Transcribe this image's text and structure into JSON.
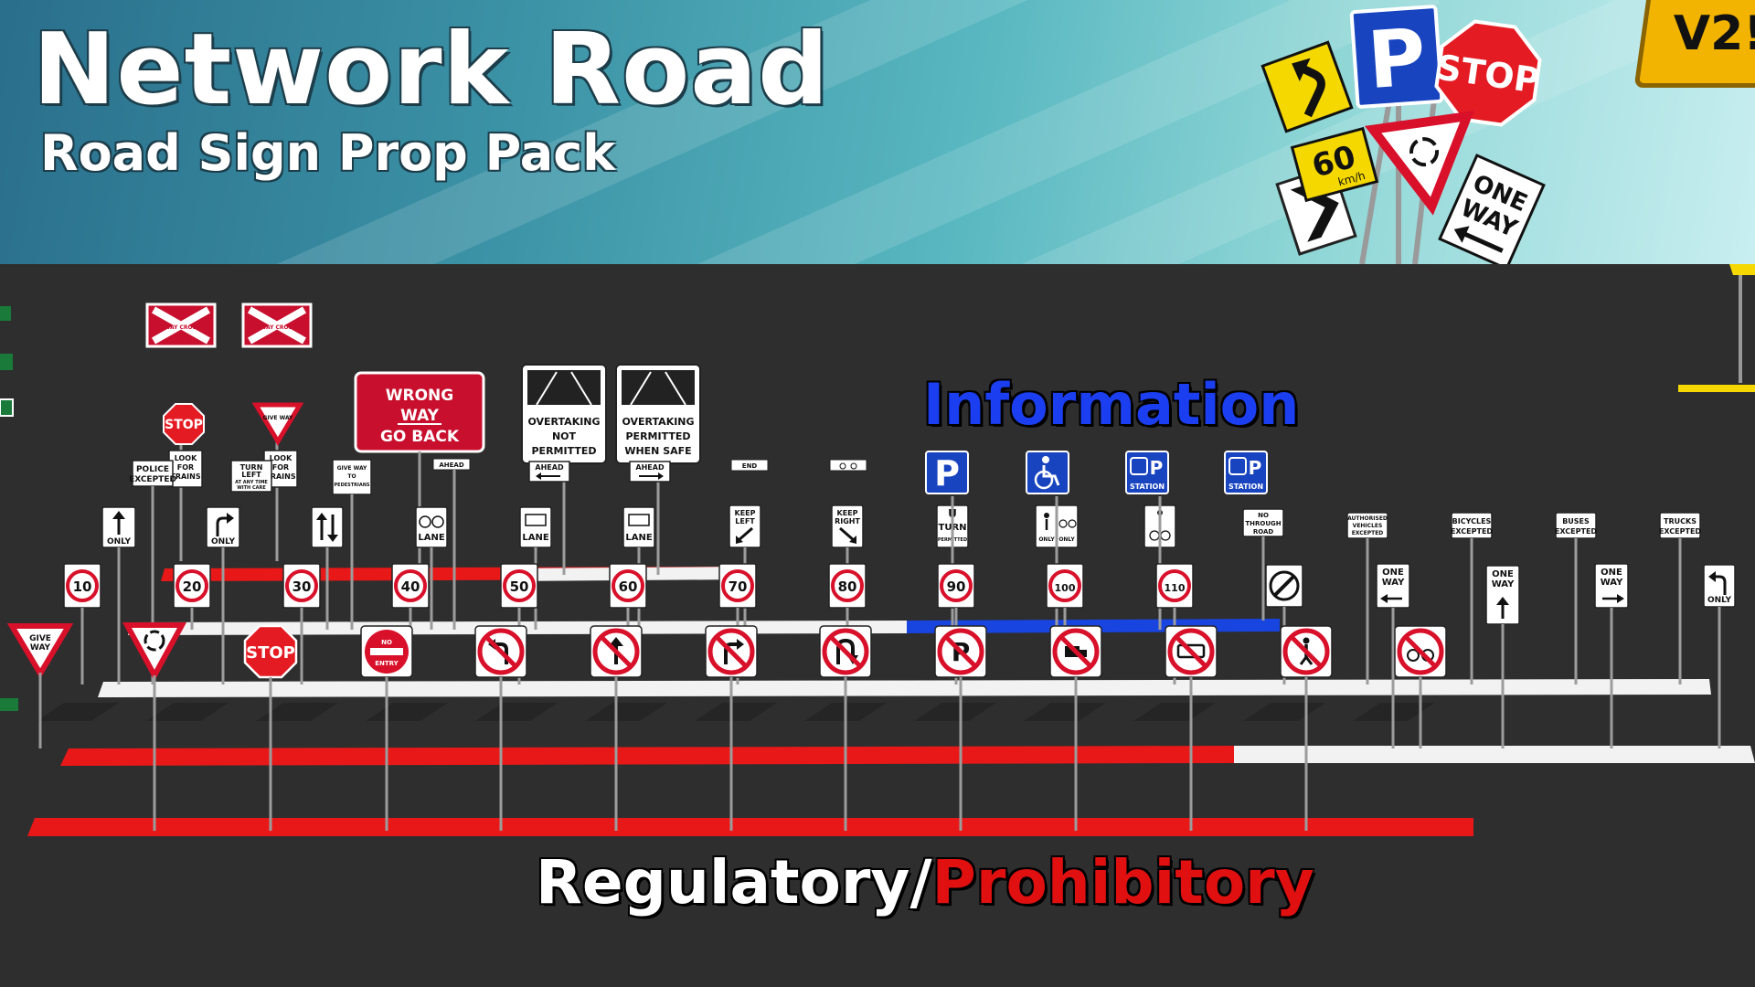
{
  "banner": {
    "title": "Network Road",
    "subtitle": "Road Sign Prop Pack",
    "badge": "V2!",
    "hero_signs": {
      "parking": "P",
      "stop": "STOP",
      "speed": "60",
      "speed_unit": "km/h",
      "one_way_1": "ONE",
      "one_way_2": "WAY"
    }
  },
  "headings": {
    "information": "Information",
    "regulatory": "Regulatory/",
    "prohibitory": "Prohibitory"
  },
  "signs": {
    "railway_crossing": "RAILWAY CROSSING",
    "stop": "STOP",
    "give_way": "GIVE WAY",
    "look_for_trains": "LOOK FOR TRAINS",
    "police_excepted": "POLICE EXCEPTED",
    "turn_left": "TURN LEFT AT ANY TIME WITH CARE",
    "give_way_pedestrians": "GIVE WAY TO PEDESTRIANS",
    "wrong_way_1": "WRONG",
    "wrong_way_2": "WAY",
    "wrong_way_3": "GO BACK",
    "ahead": "AHEAD",
    "overtaking_not": "OVERTAKING NOT PERMITTED",
    "overtaking_ok": "OVERTAKING PERMITTED WHEN SAFE",
    "end": "END",
    "only": "ONLY",
    "lane": "LANE",
    "keep_left": "KEEP LEFT",
    "keep_right": "KEEP RIGHT",
    "u_turn": "U TURN",
    "permitted": "PERMITTED",
    "station": "STATION",
    "no_through_road": "NO THROUGH ROAD",
    "authorised_vehicles": "AUTHORISED VEHICLES EXCEPTED",
    "bicycles_excepted": "BICYCLES EXCEPTED",
    "buses_excepted": "BUSES EXCEPTED",
    "trucks_excepted": "TRUCKS EXCEPTED",
    "one_way": "ONE WAY",
    "no_entry": "NO ENTRY",
    "parking": "P",
    "speed_limits": [
      "10",
      "20",
      "30",
      "40",
      "50",
      "60",
      "70",
      "80",
      "90",
      "100",
      "110"
    ]
  },
  "colors": {
    "info_blue": "#1b3ff0",
    "prohibitory_red": "#e01010",
    "sign_red": "#c8102e",
    "curb_red": "#e81818",
    "curb_white": "#f2f2f2",
    "curb_blue": "#1844e0",
    "badge_yellow": "#f2b400"
  }
}
